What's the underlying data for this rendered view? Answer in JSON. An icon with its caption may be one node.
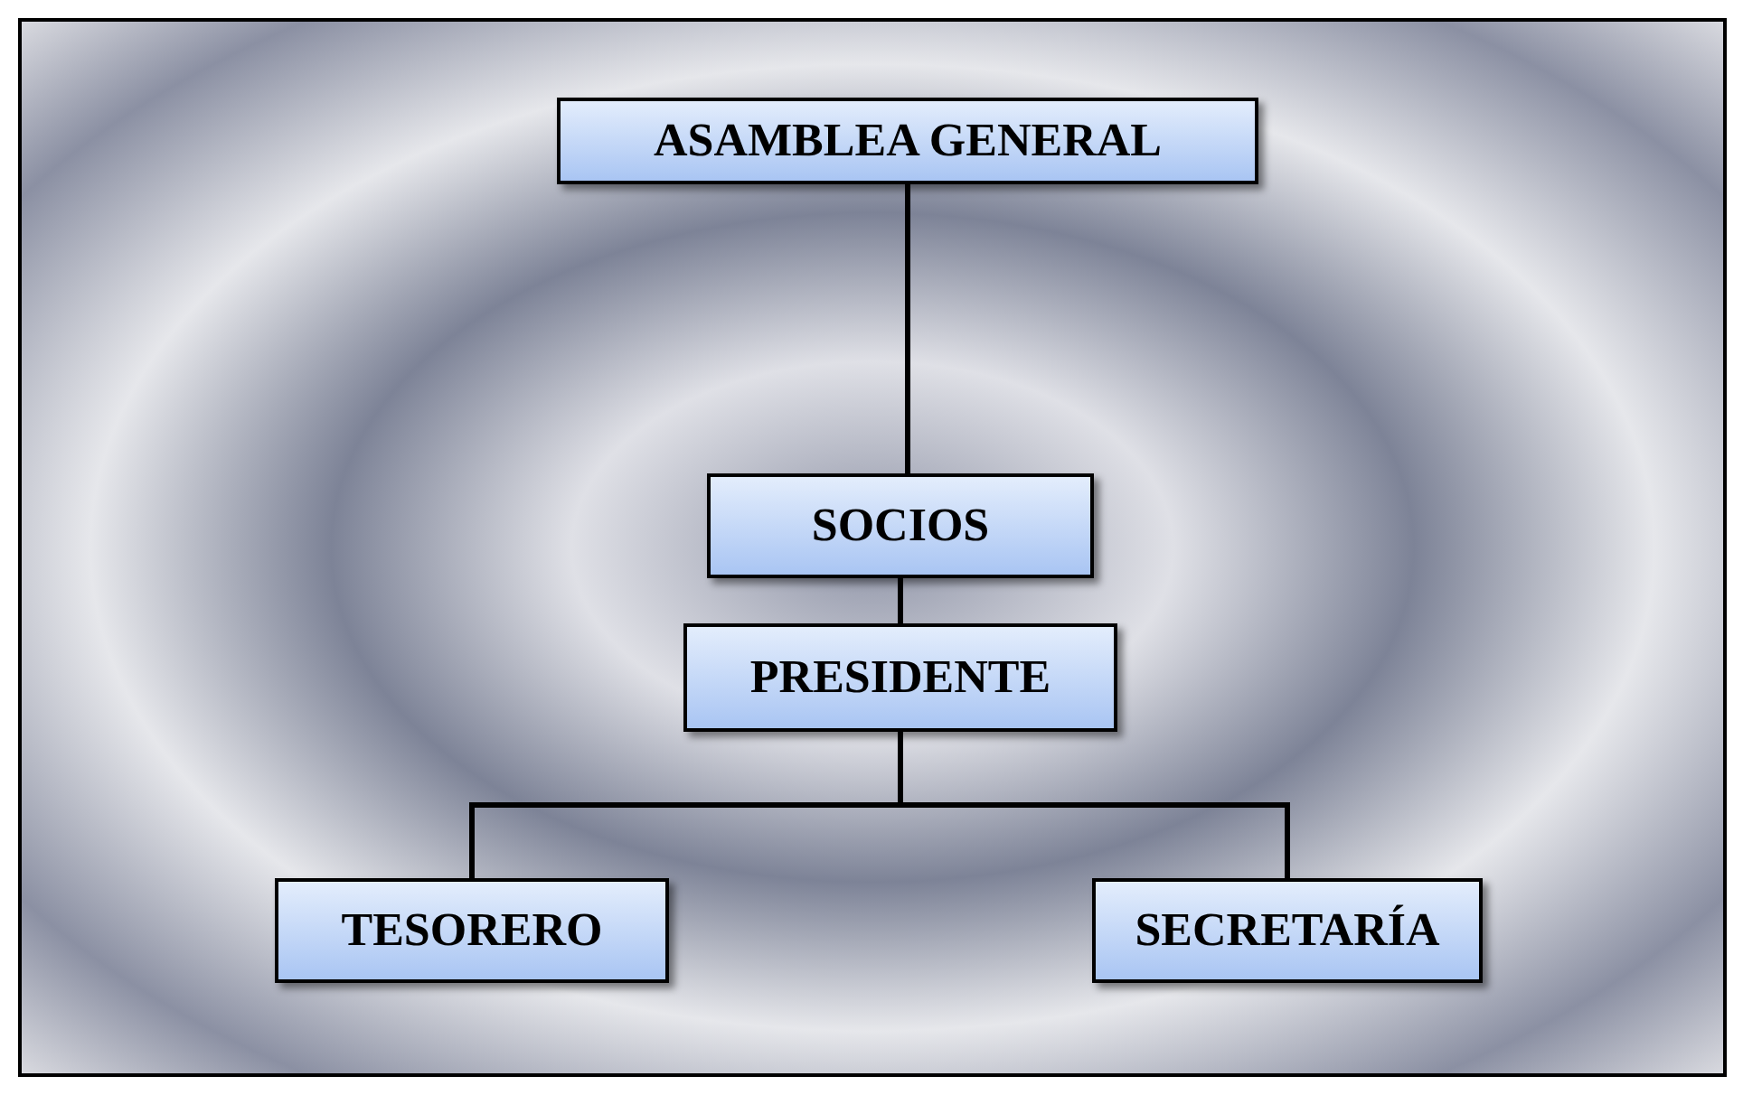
{
  "diagram": {
    "nodes": [
      {
        "text": [
          "ASAMBLEA GENERAL"
        ]
      },
      {
        "text": [
          "SOCIOS"
        ]
      },
      {
        "text": [
          "PRESIDENTE"
        ]
      },
      {
        "text": [
          "TESORERO"
        ]
      },
      {
        "text": [
          "SECRETARÍA"
        ]
      }
    ],
    "edges": [
      {
        "from": 0,
        "to": 1,
        "arrow": "none"
      },
      {
        "from": 1,
        "to": 2,
        "arrow": "none"
      },
      {
        "from": 2,
        "to": 3,
        "arrow": "none"
      },
      {
        "from": 2,
        "to": 4,
        "arrow": "none"
      }
    ]
  }
}
